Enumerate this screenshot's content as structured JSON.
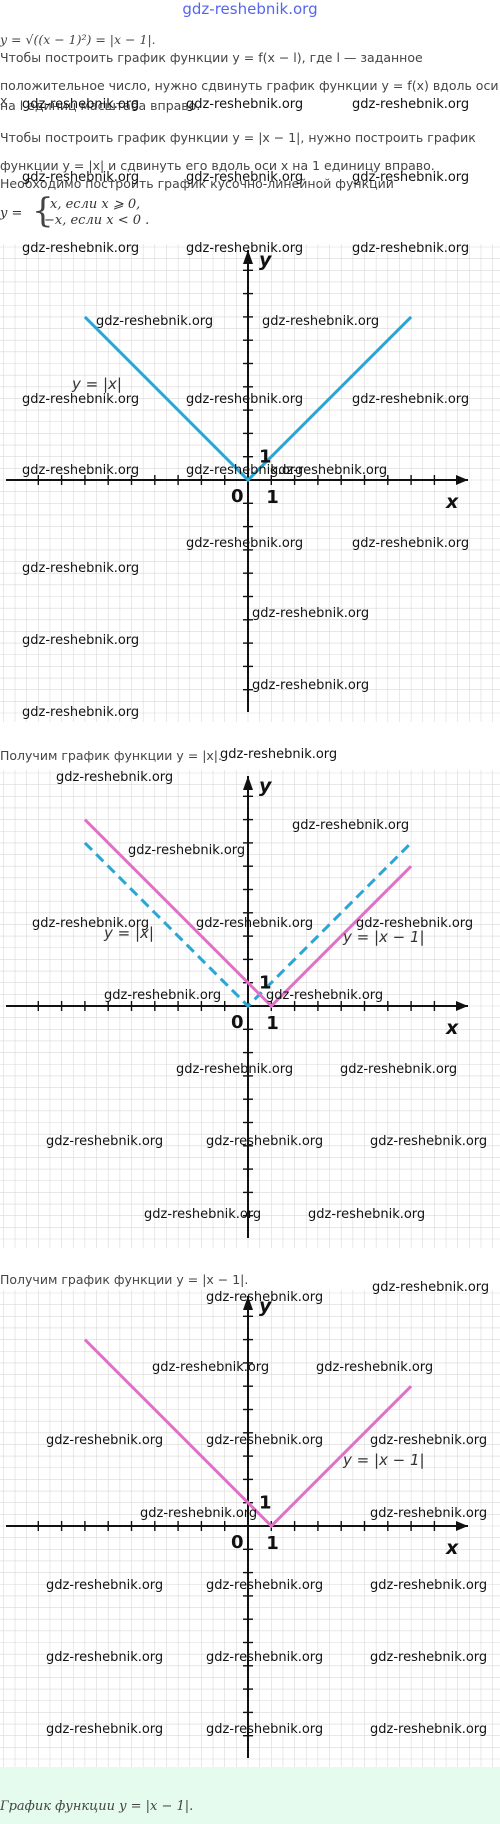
{
  "watermark_site": "gdz-reshebnik.org",
  "lines": {
    "l1": "y = √((x − 1)²) = |x − 1|.",
    "l2": "Чтобы построить график функции y = f(x − l), где l — заданное",
    "l3": "положительное число, нужно сдвинуть график функции y = f(x) вдоль оси x",
    "l4": "на l единиц масштаба вправо.",
    "l5": "Чтобы построить график функции y = |x − 1|, нужно построить график",
    "l6": "функции y = |x| и сдвинуть его вдоль оси x на 1 единицу вправо.",
    "l7": "Необходимо построить график кусочно-линейной функции",
    "l8a": "x, если x ⩾ 0,",
    "l8b": "−x, если x < 0 ."
  },
  "captions": {
    "c1": "Получим график функции y = |x|.",
    "c2": "Получим график функции y = |x − 1|.",
    "c3": "График функции y = |x − 1|."
  },
  "graph_labels": {
    "y_axis": "y",
    "x_axis": "x",
    "origin": "0",
    "one": "1",
    "abs_x": "y = |x|",
    "abs_x_minus_1": "y = |x − 1|"
  },
  "colors": {
    "blue": "#2aa6d6",
    "pink": "#e070c8",
    "grid": "#d9d9d9"
  },
  "chart_data": [
    {
      "type": "line",
      "series": [
        {
          "name": "y = |x|",
          "style": "solid",
          "color": "#2aa6d6",
          "x": [
            -7,
            0,
            7
          ],
          "y": [
            7,
            0,
            7
          ]
        }
      ],
      "xlabel": "x",
      "ylabel": "y"
    },
    {
      "type": "line",
      "series": [
        {
          "name": "y = |x|",
          "style": "dashed",
          "color": "#2aa6d6",
          "x": [
            -7,
            0,
            7
          ],
          "y": [
            7,
            0,
            7
          ]
        },
        {
          "name": "y = |x − 1|",
          "style": "solid",
          "color": "#e070c8",
          "x": [
            -7,
            1,
            7
          ],
          "y": [
            8,
            0,
            6
          ]
        }
      ],
      "xlabel": "x",
      "ylabel": "y"
    },
    {
      "type": "line",
      "series": [
        {
          "name": "y = |x − 1|",
          "style": "solid",
          "color": "#e070c8",
          "x": [
            -7,
            1,
            7
          ],
          "y": [
            8,
            0,
            6
          ]
        }
      ],
      "xlabel": "x",
      "ylabel": "y"
    }
  ]
}
